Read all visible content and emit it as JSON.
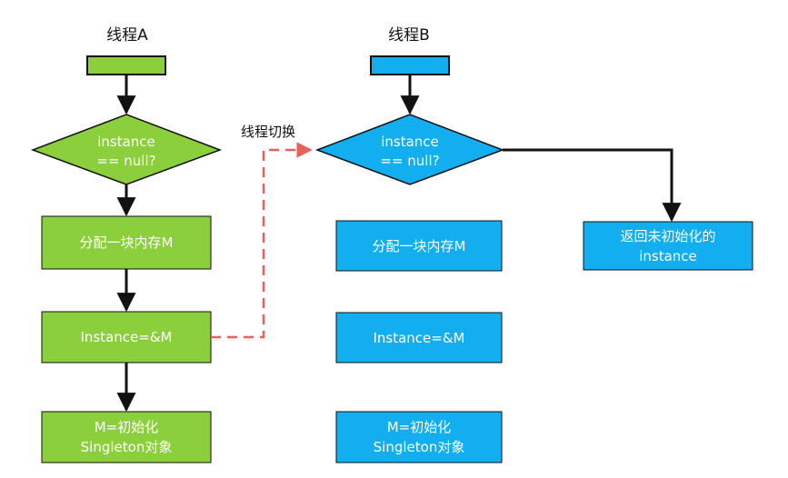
{
  "colors": {
    "thread_a": "#8ccf3c",
    "thread_b": "#13aef0",
    "switch_arrow": "#e8605c",
    "flow_arrow": "#111111"
  },
  "thread_a": {
    "title": "线程A",
    "check_line1": "instance",
    "check_line2": "== null?",
    "allocate": "分配一块内存M",
    "assign": "Instance=&M",
    "init_line1": "M=初始化",
    "init_line2": "Singleton对象"
  },
  "thread_b": {
    "title": "线程B",
    "check_line1": "instance",
    "check_line2": "== null?",
    "allocate": "分配一块内存M",
    "assign": "Instance=&M",
    "init_line1": "M=初始化",
    "init_line2": "Singleton对象",
    "return_line1": "返回未初始化的",
    "return_line2": "instance"
  },
  "switch_label": "线程切换"
}
